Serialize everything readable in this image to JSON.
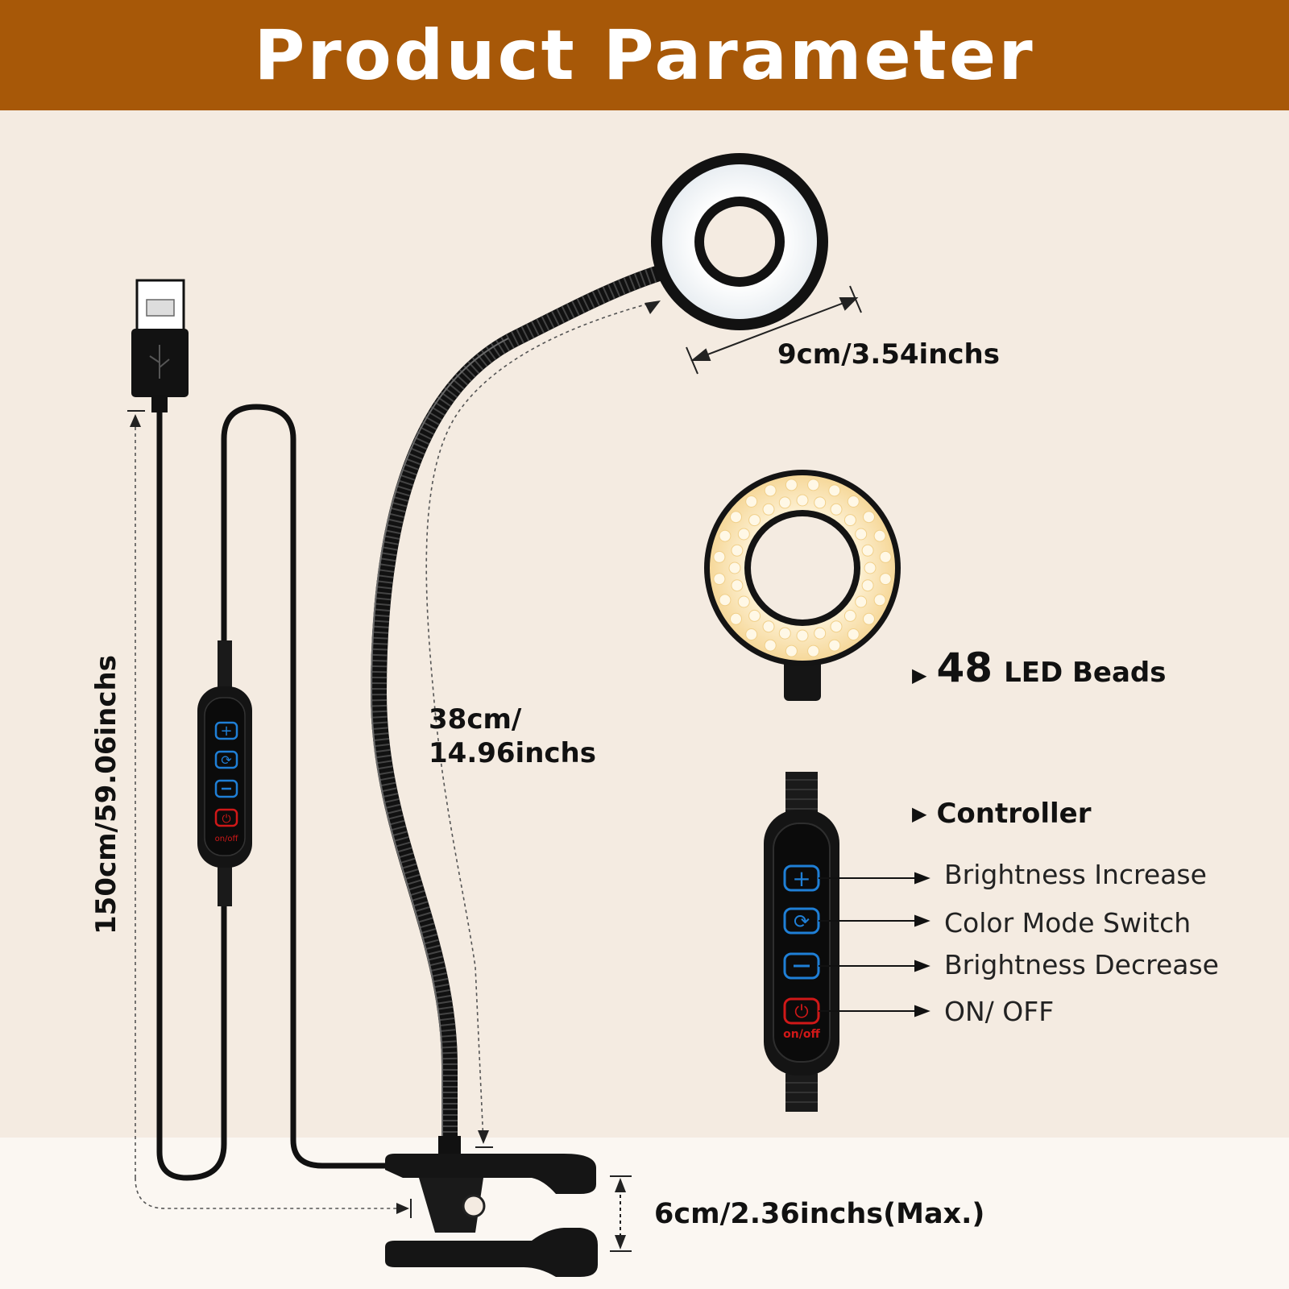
{
  "header": {
    "title": "Product Parameter"
  },
  "dimensions": {
    "ring_diameter": "9cm/3.54inchs",
    "gooseneck_line1": "38cm/",
    "gooseneck_line2": "14.96inchs",
    "clip_opening": "6cm/2.36inchs(Max.)",
    "cable_length": "150cm/59.06inchs"
  },
  "led": {
    "count": "48",
    "label": "LED Beads",
    "marker": "▶"
  },
  "controller": {
    "title": "Controller",
    "marker": "▶",
    "power_caption": "on/off",
    "functions": [
      {
        "label": "Brightness Increase",
        "icon": "plus-icon"
      },
      {
        "label": "Color Mode Switch",
        "icon": "cycle-icon"
      },
      {
        "label": "Brightness Decrease",
        "icon": "minus-icon"
      },
      {
        "label": "ON/ OFF",
        "icon": "power-icon"
      }
    ]
  },
  "colors": {
    "banner": "#a75808",
    "background": "#f4ebe1",
    "button_blue": "#1f7fd6",
    "power_red": "#d01818",
    "led_warm": "#fbe8bd"
  }
}
